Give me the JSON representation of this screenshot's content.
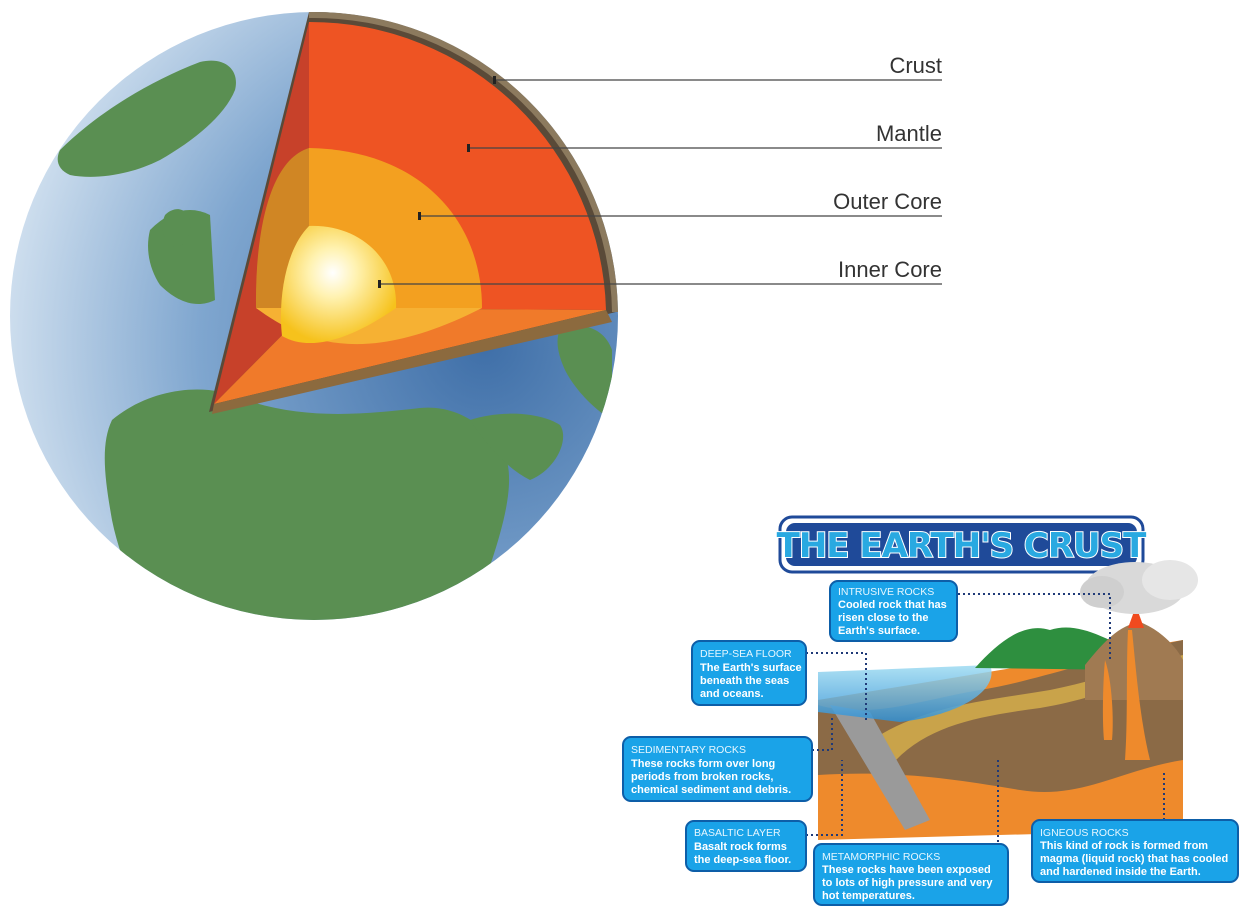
{
  "core_diagram": {
    "labels": {
      "crust": "Crust",
      "mantle": "Mantle",
      "outer_core": "Outer Core",
      "inner_core": "Inner Core"
    },
    "colors": {
      "ocean": "#5b8ec4",
      "land": "#5a8f52",
      "crust": "#8c7a5e",
      "mantle": "#ee5423",
      "outer_core": "#f3a020",
      "inner_core": "#fad129"
    }
  },
  "crust_diagram": {
    "title": "THE EARTH'S CRUST",
    "boxes": {
      "intrusive": {
        "heading": "INTRUSIVE ROCKS",
        "lines": [
          "Cooled rock that has",
          "risen close to the",
          "Earth's surface."
        ]
      },
      "deep_sea": {
        "heading": "DEEP-SEA FLOOR",
        "lines": [
          "The Earth's surface",
          "beneath the seas",
          "and oceans."
        ]
      },
      "sedimentary": {
        "heading": "SEDIMENTARY ROCKS",
        "lines": [
          "These rocks form over long",
          "periods from broken rocks,",
          "chemical sediment and debris."
        ]
      },
      "basaltic": {
        "heading": "BASALTIC LAYER",
        "lines": [
          "Basalt rock forms",
          "the deep-sea floor."
        ]
      },
      "metamorphic": {
        "heading": "METAMORPHIC ROCKS",
        "lines": [
          "These rocks have been exposed",
          "to lots of high pressure and very",
          "hot temperatures."
        ]
      },
      "igneous": {
        "heading": "IGNEOUS ROCKS",
        "lines": [
          "This kind of rock is formed from",
          "magma (liquid rock) that has cooled",
          "and hardened inside the Earth."
        ]
      }
    },
    "colors": {
      "box_fill": "#1aa3e8",
      "title_bg": "#1f4a99",
      "magma": "#ee8a2c",
      "ocean": "#2f8fd4",
      "mountain": "#3aa348"
    }
  }
}
